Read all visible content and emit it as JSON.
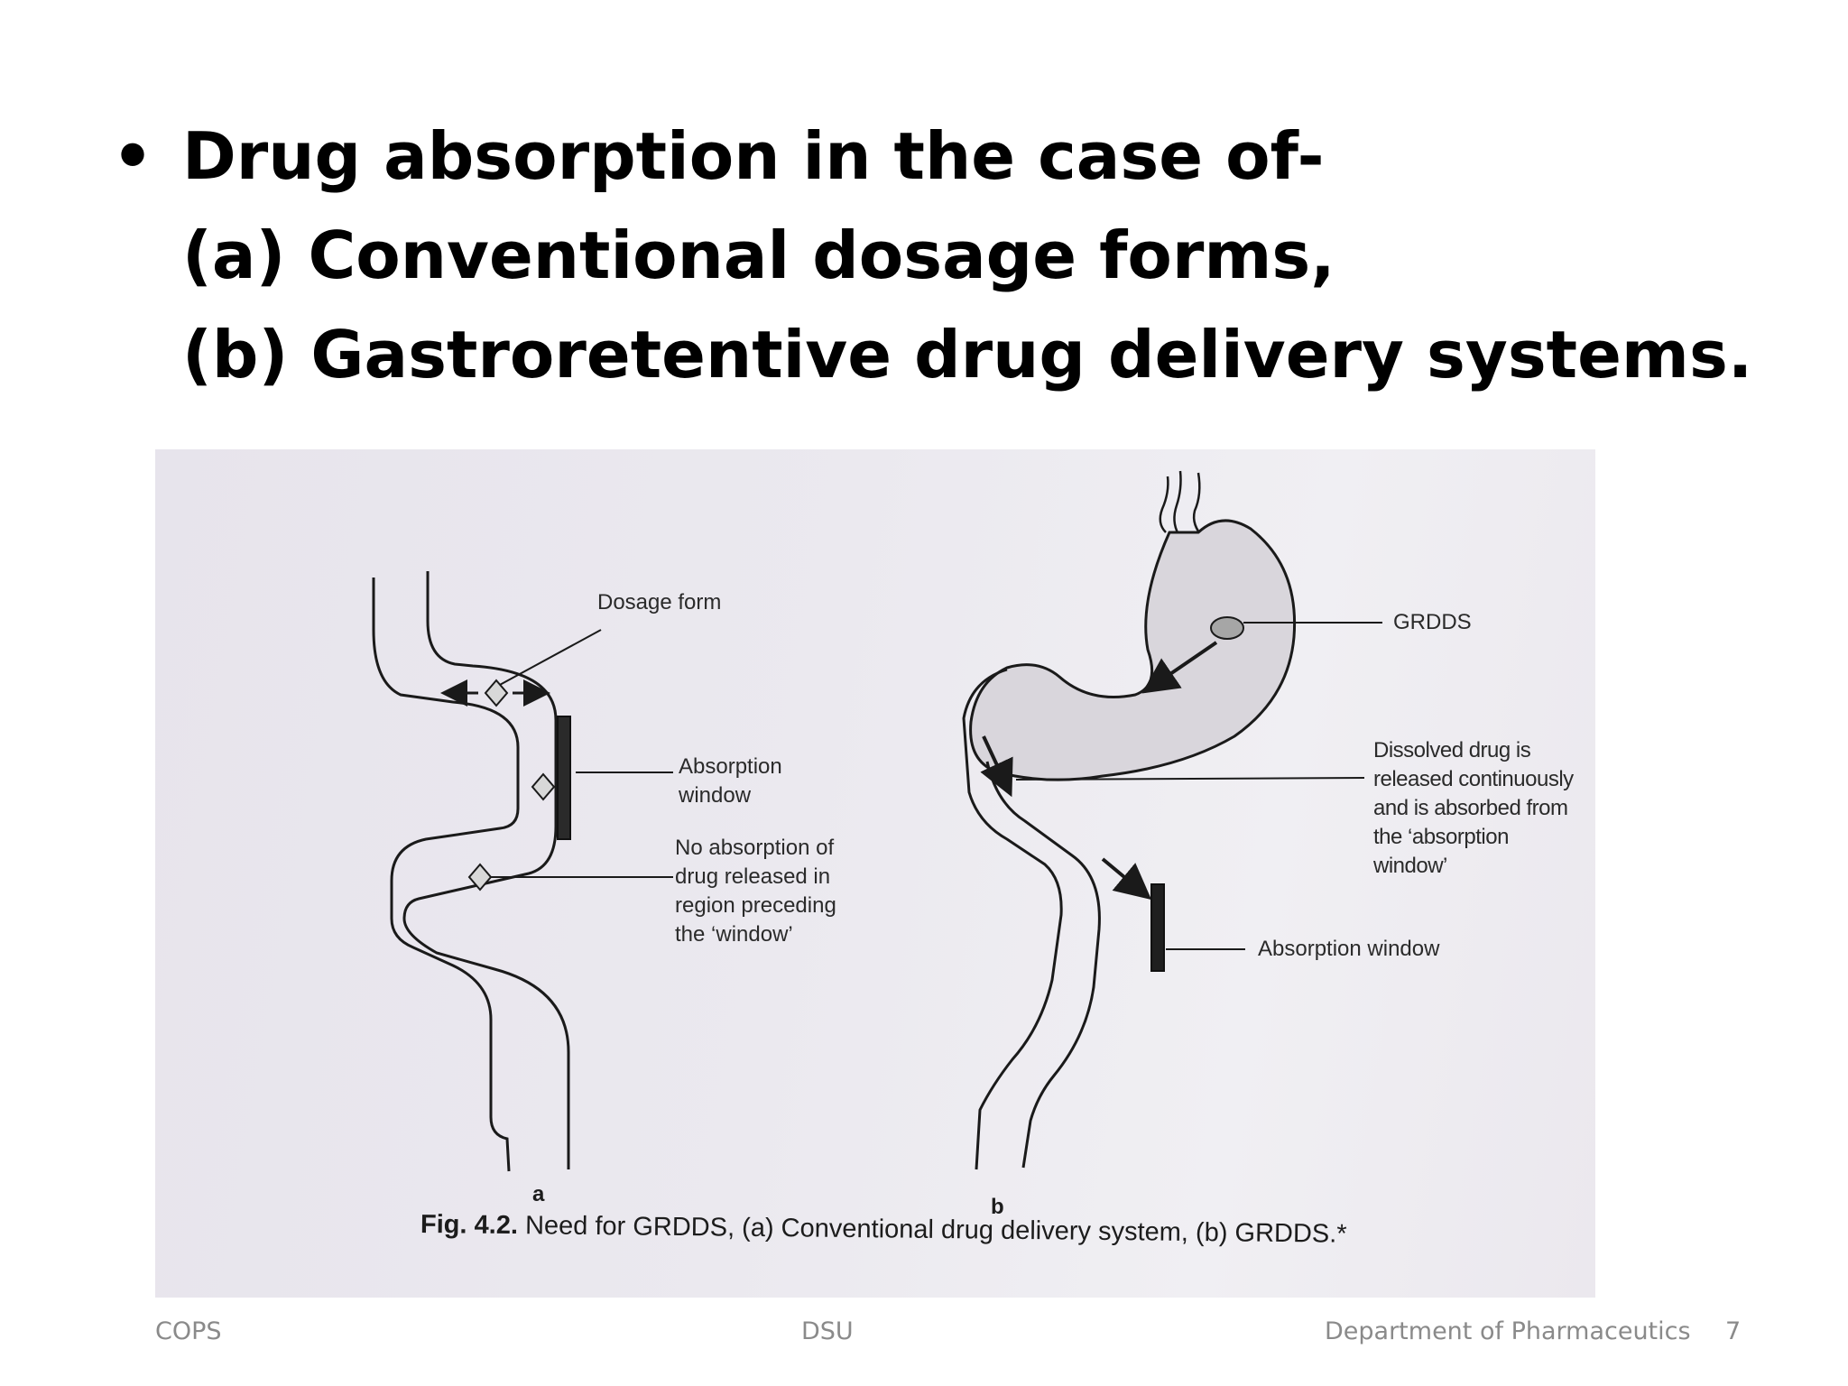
{
  "slide": {
    "bullet_symbol": "•",
    "title_lines": [
      "Drug absorption in the case of-",
      "(a) Conventional dosage forms,",
      "(b) Gastroretentive drug delivery systems."
    ]
  },
  "figure": {
    "labels": {
      "dosage_form": "Dosage form",
      "absorption_window_a": [
        "Absorption",
        "window"
      ],
      "no_absorption": [
        "No absorption of",
        "drug released in",
        "region preceding",
        "the ‘window’"
      ],
      "grdds": "GRDDS",
      "dissolved_drug": [
        "Dissolved drug is",
        "released continuously",
        "and is absorbed from",
        "the ‘absorption",
        "window’"
      ],
      "absorption_window_b": "Absorption window"
    },
    "panel_letters": {
      "a": "a",
      "b": "b"
    },
    "caption": {
      "bold": "Fig. 4.2.",
      "text": " Need for GRDDS, (a) Conventional drug delivery system, (b) GRDDS.*"
    }
  },
  "footer": {
    "left": "COPS",
    "center": "DSU",
    "right": "Department of Pharmaceutics",
    "page_number": "7"
  }
}
